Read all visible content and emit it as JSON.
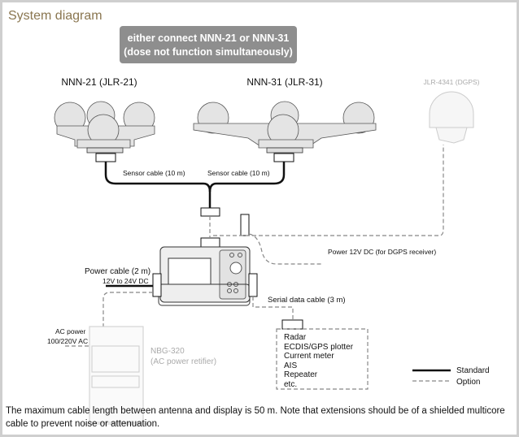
{
  "title": "System diagram",
  "note": {
    "line1": "either connect NNN-21 or NNN-31",
    "line2": "(dose not function simultaneously)"
  },
  "antennas": {
    "left": "NNN-21 (JLR-21)",
    "right": "NNN-31 (JLR-31)",
    "dgps": "JLR-4341 (DGPS)"
  },
  "cables": {
    "sensor_left": "Sensor cable (10 m)",
    "sensor_right": "Sensor cable (10 m)",
    "power_dgps": "Power 12V DC (for DGPS receiver)",
    "power": "Power cable (2 m)",
    "power_spec": "12V to 24V DC",
    "serial": "Serial data cable (3 m)",
    "ac_power": "AC power",
    "ac_spec": "100/220V AC"
  },
  "rectifier": {
    "model": "NBG-320",
    "desc": "(AC power retifier)"
  },
  "devices": [
    "Radar",
    "ECDIS/GPS plotter",
    "Current meter",
    "AIS",
    "Repeater",
    "etc."
  ],
  "legend": {
    "standard": "Standard",
    "option": "Option"
  },
  "footer": {
    "line1": "The maximum cable length between antenna and display is 50 m. Note that extensions should be of a shielded multicore",
    "line2": "cable to prevent noise or attenuation."
  },
  "colors": {
    "title": "#8a7650",
    "note_bg": "#8e8e8e",
    "frame": "#cfcfcf"
  }
}
